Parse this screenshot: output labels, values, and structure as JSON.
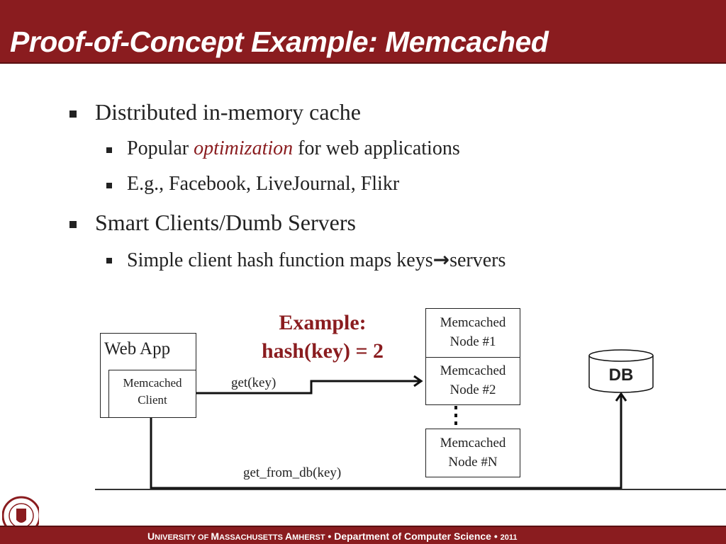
{
  "title": "Proof-of-Concept Example: Memcached",
  "bullets": [
    {
      "text": "Distributed in-memory cache",
      "children": [
        {
          "pre": "Popular ",
          "highlight": "optimization",
          "post": " for web applications"
        },
        {
          "text": "E.g., Facebook, LiveJournal, Flikr"
        }
      ]
    },
    {
      "text": "Smart Clients/Dumb Servers",
      "children": [
        {
          "pre": "Simple client hash function maps keys",
          "arrow": "→",
          "post": "servers"
        }
      ]
    }
  ],
  "diagram": {
    "example_line1": "Example:",
    "example_line2": "hash(key) = 2",
    "web_app": "Web App",
    "client_line1": "Memcached",
    "client_line2": "Client",
    "get_label": "get(key)",
    "db_label": "get_from_db(key)",
    "node1": [
      "Memcached",
      "Node #1"
    ],
    "node2": [
      "Memcached",
      "Node #2"
    ],
    "nodeN": [
      "Memcached",
      "Node #N"
    ],
    "ellipsis": "⋮",
    "db": "DB"
  },
  "footer": {
    "u": "U",
    "niversity": "NIVERSITY OF ",
    "m": "M",
    "assachusetts": "ASSACHUSETTS ",
    "a": "A",
    "mherst": "MHERST",
    "sep": " • ",
    "dept": "Department of Computer Science",
    "year": "2011"
  },
  "colors": {
    "brand": "#8a1c1f"
  }
}
